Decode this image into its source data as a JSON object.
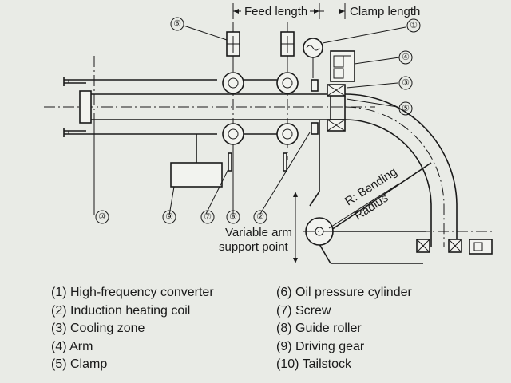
{
  "dimension_labels": {
    "feed_length": "Feed length",
    "clamp_length": "Clamp length"
  },
  "callouts": {
    "c1": "①",
    "c2": "②",
    "c3": "③",
    "c4": "④",
    "c5": "⑤",
    "c6": "⑥",
    "c7": "⑦",
    "c8": "⑧",
    "c9": "⑨",
    "c10": "⑩"
  },
  "annotations": {
    "bending_line1": "R: Bending",
    "bending_line2": "Radius",
    "pivot_line1": "Variable arm",
    "pivot_line2": "support point"
  },
  "legend_left": [
    "(1) High-frequency converter",
    "(2) Induction heating coil",
    "(3) Cooling zone",
    "(4) Arm",
    "(5) Clamp"
  ],
  "legend_right": [
    "(6) Oil pressure cylinder",
    "(7) Screw",
    "(8) Guide roller",
    "(9) Driving gear",
    "(10) Tailstock"
  ]
}
